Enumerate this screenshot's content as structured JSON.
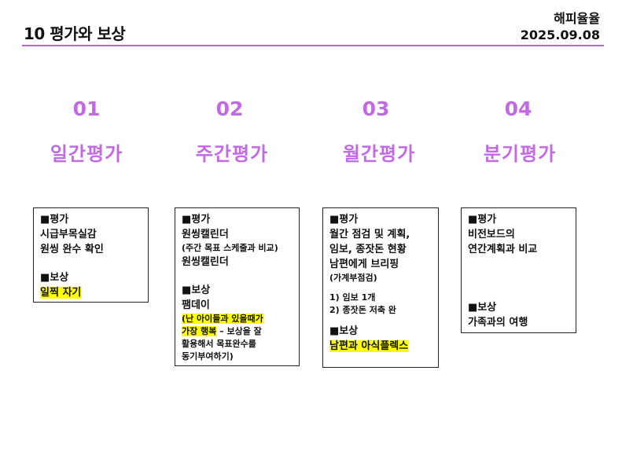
{
  "header": {
    "title": "10 평가와 보상",
    "brand": "해피율율",
    "date": "2025.09.08"
  },
  "columns": [
    {
      "number": "01",
      "label": "일간평가"
    },
    {
      "number": "02",
      "label": "주간평가"
    },
    {
      "number": "03",
      "label": "월간평가"
    },
    {
      "number": "04",
      "label": "분기평가"
    }
  ],
  "cards": {
    "daily": {
      "eval_heading": "■평가",
      "eval_lines": [
        "시급부목실감",
        "원씽 완수 확인"
      ],
      "reward_heading": "■보상",
      "reward": "일찍 자기"
    },
    "weekly": {
      "eval_heading": "■평가",
      "eval_line1": "원씽캘린더",
      "eval_note": "(주간 목표 스케줄과 비교)",
      "eval_line2": "원씽캘린더",
      "reward_heading": "■보상",
      "reward_title": "팸데이",
      "reward_hl1": "(난 아이들과 있을때가",
      "reward_hl2": "가장 행복",
      "reward_rest2": " – 보상을 잘",
      "reward_line3": "활용해서 목표완수를",
      "reward_line4": "동기부여하기)"
    },
    "monthly": {
      "eval_heading": "■평가",
      "eval_lines": [
        "월간 점검 및 계획,",
        "임보, 종잣돈 현황",
        "남편에게 브리핑"
      ],
      "eval_note": "(가계부점검)",
      "items": [
        "1) 임보 1개",
        "2) 종잣돈 저축 완"
      ],
      "reward_heading": "■보상",
      "reward": "남편과 아식플렉스"
    },
    "quarterly": {
      "eval_heading": "■평가",
      "eval_lines": [
        "비전보드의",
        "연간계획과 비교"
      ],
      "reward_heading": "■보상",
      "reward": "가족과의 여행"
    }
  }
}
